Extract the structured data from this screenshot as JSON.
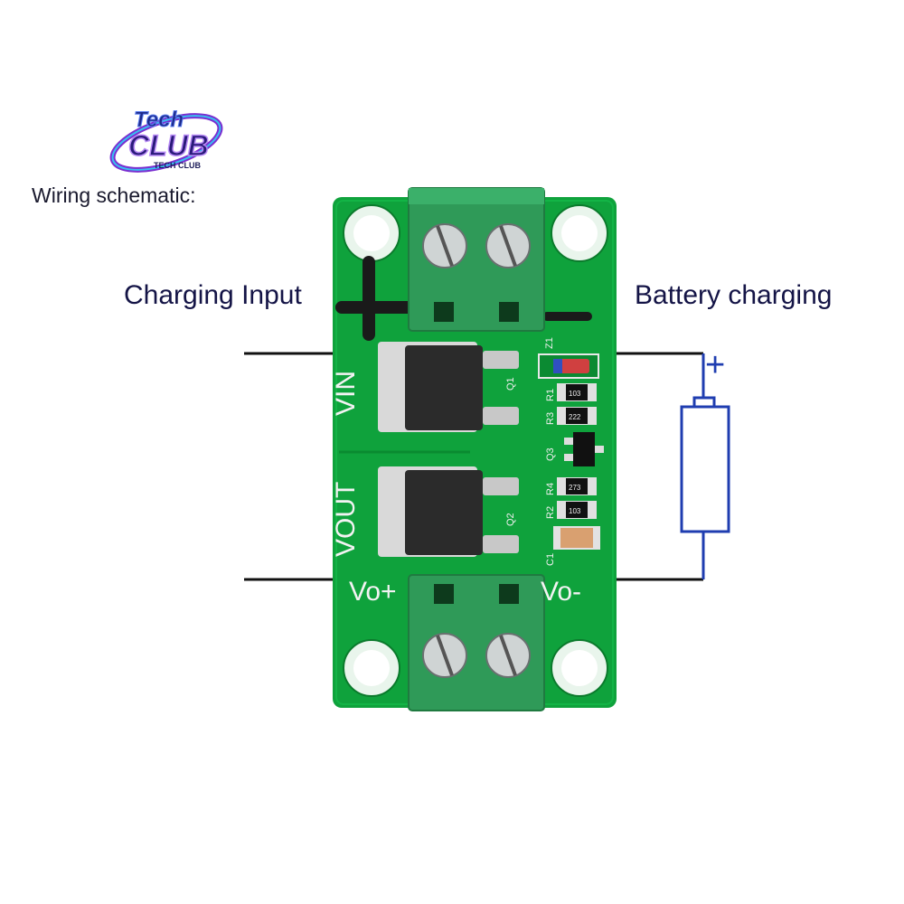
{
  "caption": "Wiring schematic:",
  "labels": {
    "input": "Charging Input",
    "output": "Battery charging"
  },
  "logo": {
    "name": "Tech Club logo",
    "text_main": "Tech CLUB",
    "text_sub": "TECH CLUB"
  },
  "board": {
    "silkscreen": {
      "vin": "VIN",
      "vout": "VOUT",
      "vo_plus": "Vo+",
      "vo_minus": "Vo-",
      "q1": "Q1",
      "q2": "Q2",
      "z1": "Z1",
      "r1": "R1",
      "r3": "R3",
      "q3": "Q3",
      "r2": "R2",
      "r4": "R4",
      "c1": "C1"
    },
    "resistor_codes": [
      "103",
      "222",
      "273",
      "103"
    ]
  },
  "battery_symbol": {
    "plus_sign": "+"
  },
  "colors": {
    "pcb": "#0fa23c",
    "terminal": "#2f9a58",
    "wire": "#111111",
    "battery_wire": "#1f3db0",
    "label_text": "#141446"
  }
}
